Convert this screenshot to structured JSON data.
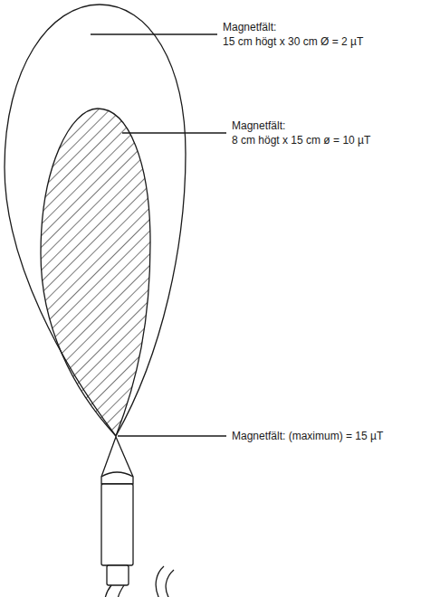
{
  "diagram": {
    "labels": [
      "Magnetfält: 15 cm högt x 30 cm Ø = 2 µT",
      "Magnetfält: 8 cm högt x 15 cm ø = 10 µT",
      "Magnetfält: (maximum) = 15 µT"
    ]
  }
}
